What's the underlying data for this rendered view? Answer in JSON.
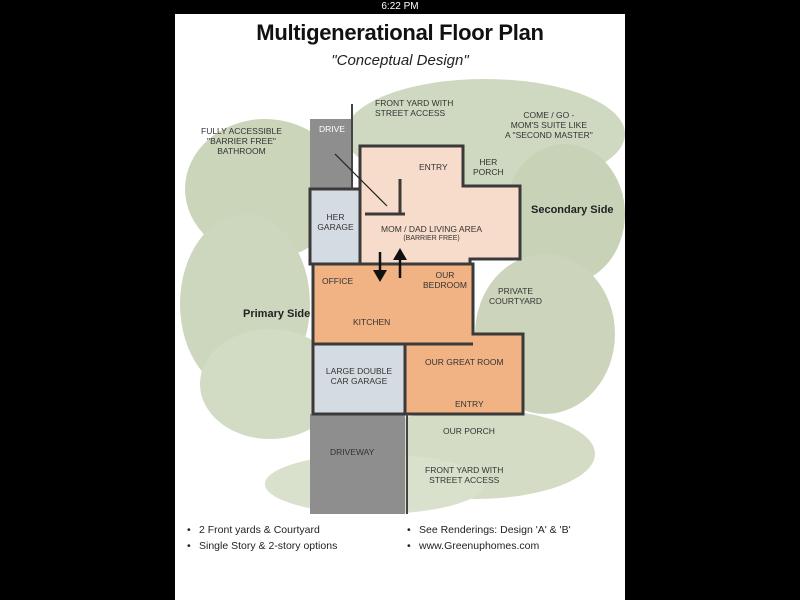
{
  "status_bar": {
    "time": "6:22 PM"
  },
  "title": "Multigenerational Floor Plan",
  "subtitle": "\"Conceptual Design\"",
  "labels": {
    "front_yard_top_1": "FRONT YARD WITH",
    "front_yard_top_2": "STREET ACCESS",
    "come_go_1": "COME / GO -",
    "come_go_2": "MOM'S SUITE LIKE",
    "come_go_3": "A \"SECOND MASTER\"",
    "drive": "DRIVE",
    "bathroom_1": "FULLY ACCESSIBLE",
    "bathroom_2": "\"BARRIER FREE\"",
    "bathroom_3": "BATHROOM",
    "entry_top": "ENTRY",
    "her_porch_1": "HER",
    "her_porch_2": "PORCH",
    "her_garage_1": "HER",
    "her_garage_2": "GARAGE",
    "mom_dad_1": "MOM / DAD LIVING AREA",
    "mom_dad_2": "(BARRIER FREE)",
    "office": "OFFICE",
    "our_bedroom_1": "OUR",
    "our_bedroom_2": "BEDROOM",
    "private_courtyard_1": "PRIVATE",
    "private_courtyard_2": "COURTYARD",
    "kitchen": "KITCHEN",
    "great_room": "OUR GREAT ROOM",
    "large_garage_1": "LARGE DOUBLE",
    "large_garage_2": "CAR GARAGE",
    "entry_bottom": "ENTRY",
    "driveway": "DRIVEWAY",
    "our_porch": "OUR PORCH",
    "front_yard_bottom_1": "FRONT YARD WITH",
    "front_yard_bottom_2": "STREET ACCESS",
    "secondary_side": "Secondary Side",
    "primary_side": "Primary Side"
  },
  "bullets": {
    "left_1": "2 Front yards & Courtyard",
    "left_2": "Single Story & 2-story options",
    "right_1": "See Renderings: Design 'A' & 'B'",
    "right_2": "www.Greenuphomes.com"
  },
  "colors": {
    "greenery": "#b9c7a4",
    "drive": "#8e8e8e",
    "suite_pink": "#f8dccb",
    "main_orange": "#f1b384",
    "garage_blue": "#d5dbe2",
    "walls": "#3a3a3a"
  }
}
